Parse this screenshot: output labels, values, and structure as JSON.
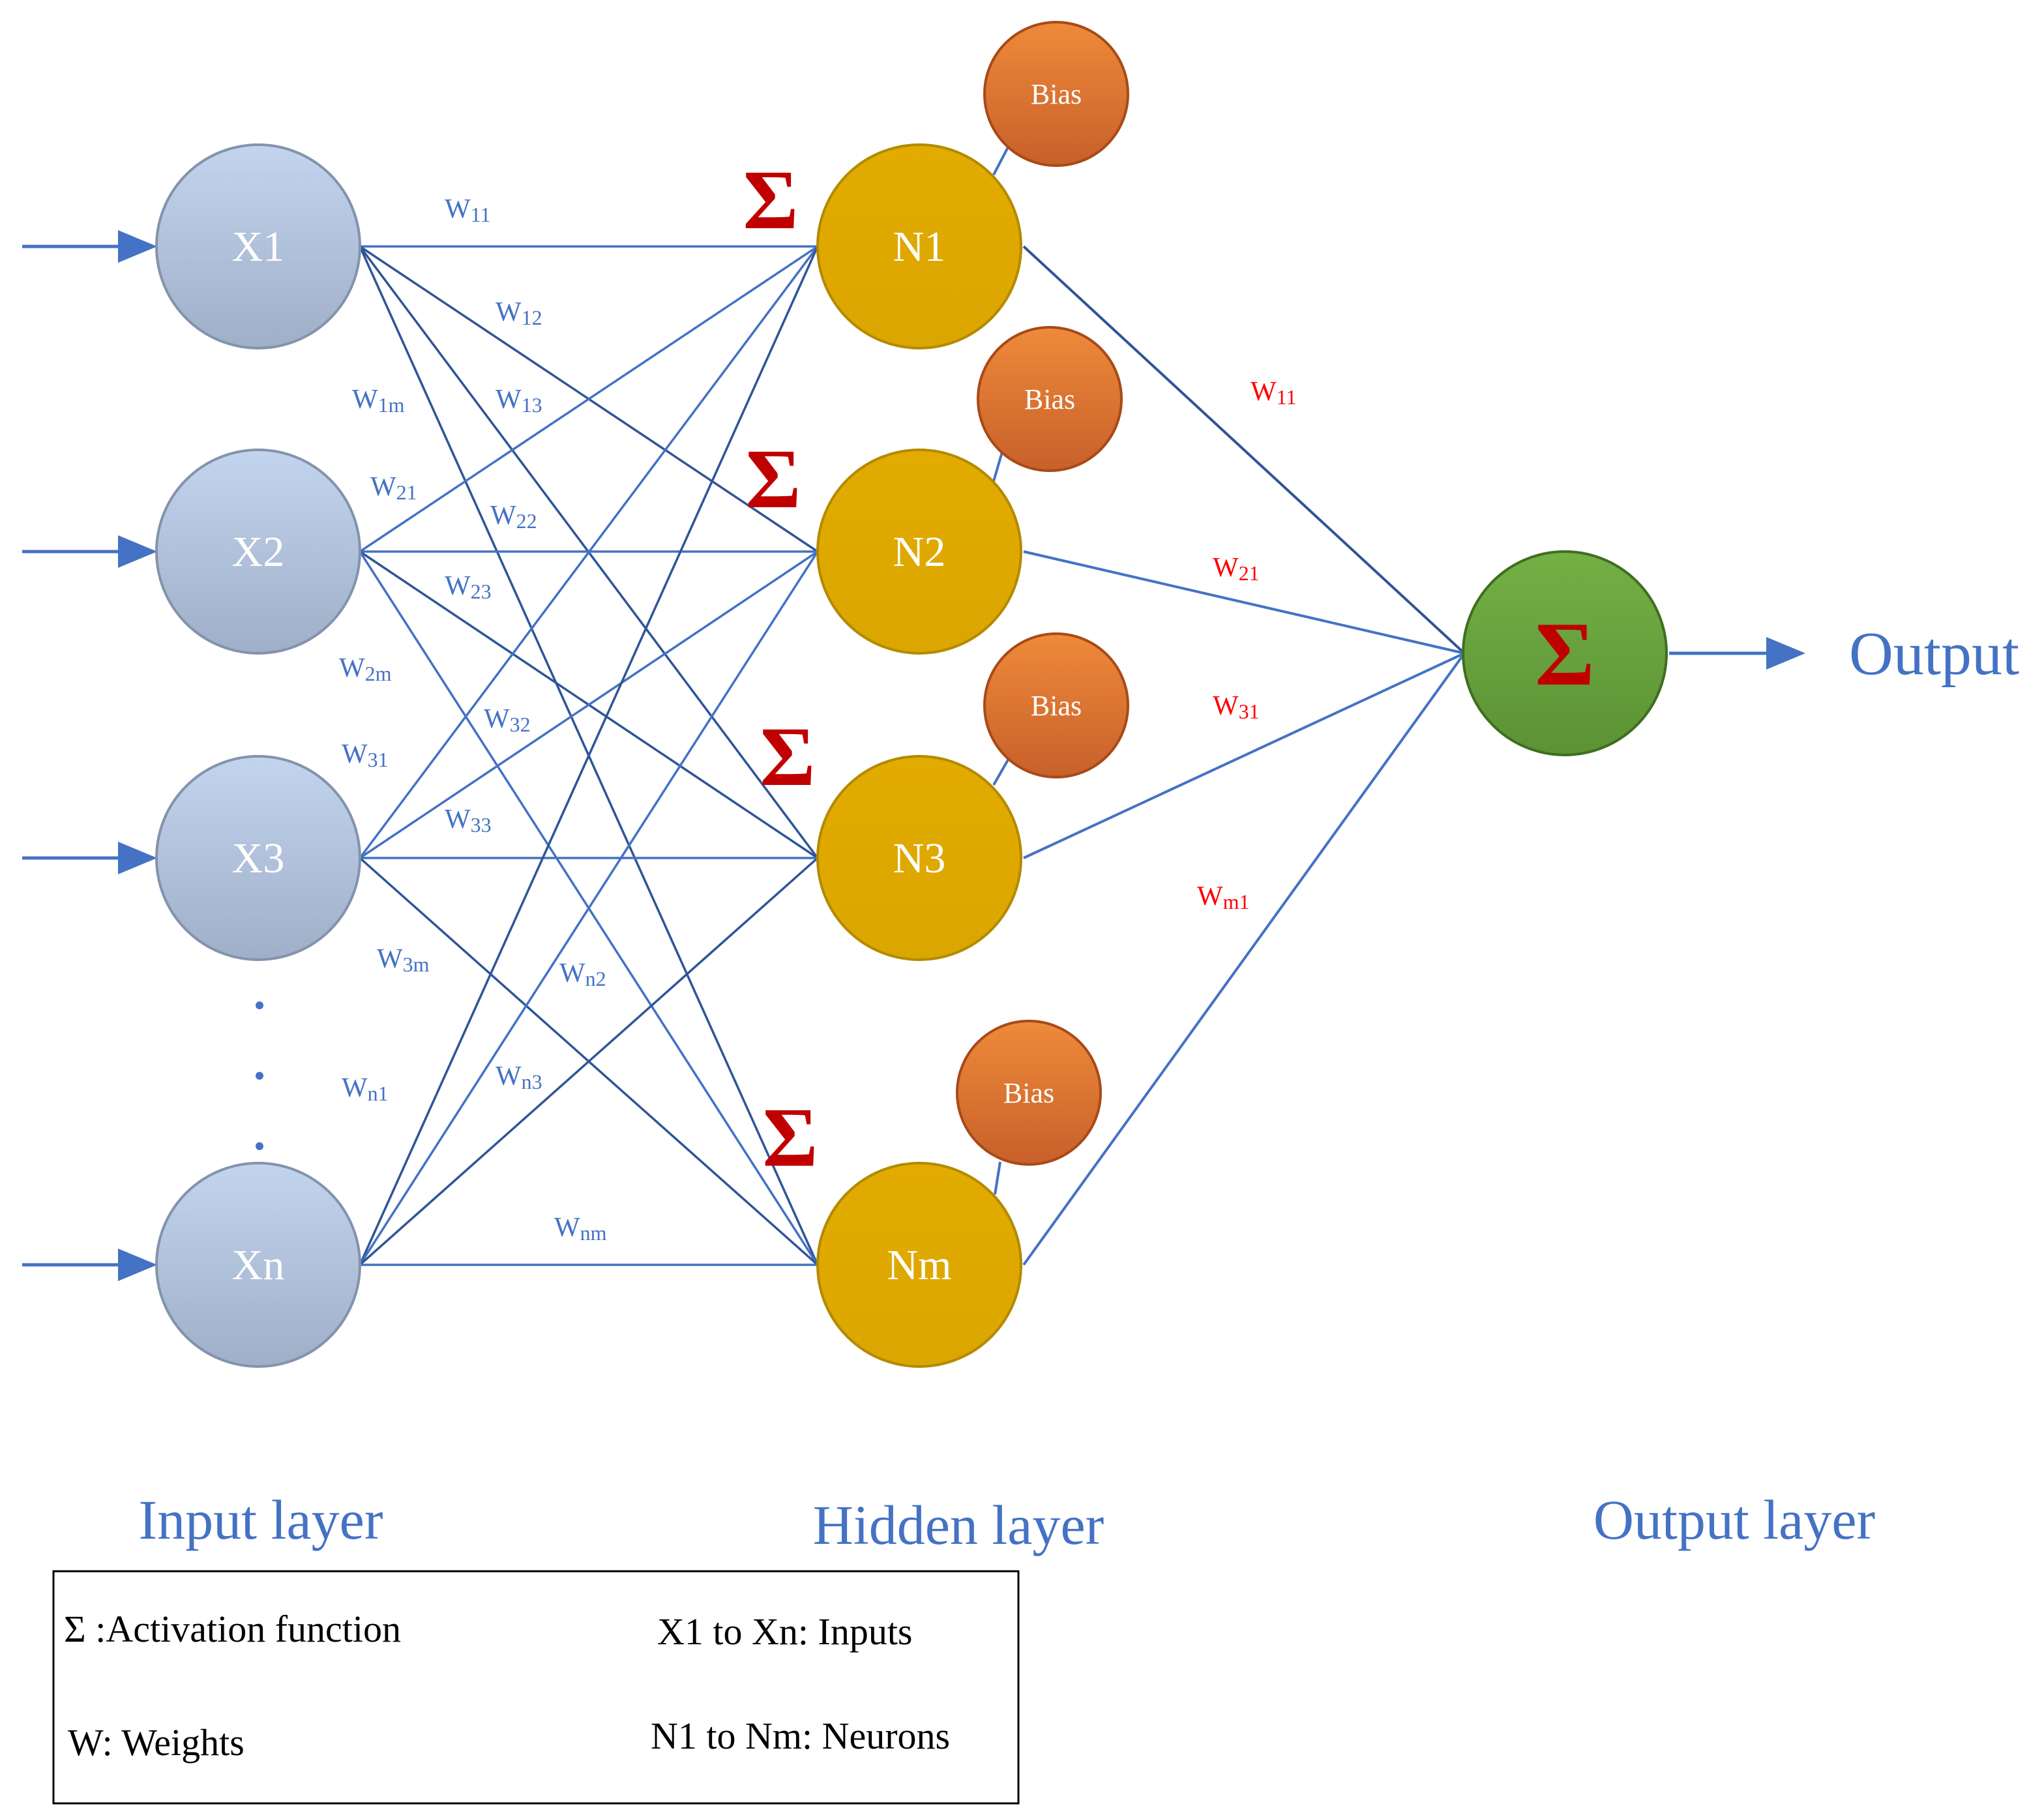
{
  "input_nodes": [
    "X1",
    "X2",
    "X3",
    "Xn"
  ],
  "hidden_nodes": [
    "N1",
    "N2",
    "N3",
    "Nm"
  ],
  "bias_label": "Bias",
  "sigma": "Σ",
  "ellipsis": "·",
  "output_label": "Output",
  "layers": {
    "input": "Input layer",
    "hidden": "Hidden layer",
    "output": "Output layer"
  },
  "input_weights": [
    {
      "w": "W",
      "sub": "11"
    },
    {
      "w": "W",
      "sub": "12"
    },
    {
      "w": "W",
      "sub": "13"
    },
    {
      "w": "W",
      "sub": "1m"
    },
    {
      "w": "W",
      "sub": "21"
    },
    {
      "w": "W",
      "sub": "22"
    },
    {
      "w": "W",
      "sub": "23"
    },
    {
      "w": "W",
      "sub": "2m"
    },
    {
      "w": "W",
      "sub": "32"
    },
    {
      "w": "W",
      "sub": "31"
    },
    {
      "w": "W",
      "sub": "33"
    },
    {
      "w": "W",
      "sub": "3m"
    },
    {
      "w": "W",
      "sub": "n2"
    },
    {
      "w": "W",
      "sub": "n1"
    },
    {
      "w": "W",
      "sub": "n3"
    },
    {
      "w": "W",
      "sub": "nm"
    }
  ],
  "output_weights": [
    {
      "w": "W",
      "sub": "11"
    },
    {
      "w": "W",
      "sub": "21"
    },
    {
      "w": "W",
      "sub": "31"
    },
    {
      "w": "W",
      "sub": "m1"
    }
  ],
  "legend": {
    "activation": "Σ :Activation function",
    "inputs": "X1 to Xn: Inputs",
    "weights": "W: Weights",
    "neurons": "N1 to Nm: Neurons"
  },
  "colors": {
    "line": "#4472c4",
    "input_node": "#a9b9d3",
    "hidden_node": "#dda800",
    "bias_node": "#d7692c",
    "output_node": "#66a03c",
    "sigma": "#c00000",
    "red_weight": "#ff0000"
  }
}
